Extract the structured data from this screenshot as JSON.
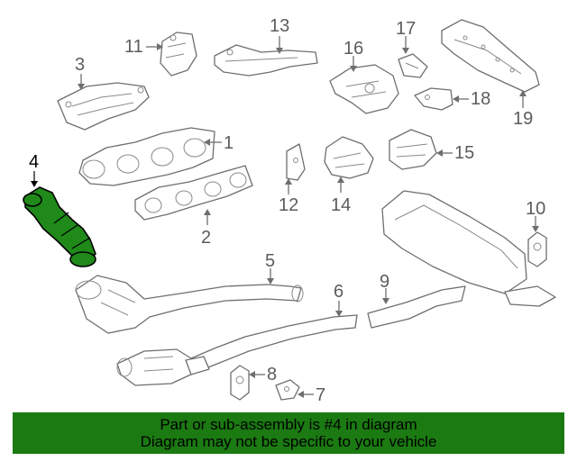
{
  "diagram": {
    "highlighted_part": "4",
    "callouts": [
      "1",
      "2",
      "3",
      "4",
      "5",
      "6",
      "7",
      "8",
      "9",
      "10",
      "11",
      "12",
      "13",
      "14",
      "15",
      "16",
      "17",
      "18",
      "19"
    ]
  },
  "banner": {
    "line1": "Part or sub-assembly is #4 in diagram",
    "line2": "Diagram may not be specific to your vehicle"
  },
  "colors": {
    "highlight": "#1f8a1a",
    "banner_bg": "#1b7a12",
    "line_art": "#6e6e6e"
  }
}
